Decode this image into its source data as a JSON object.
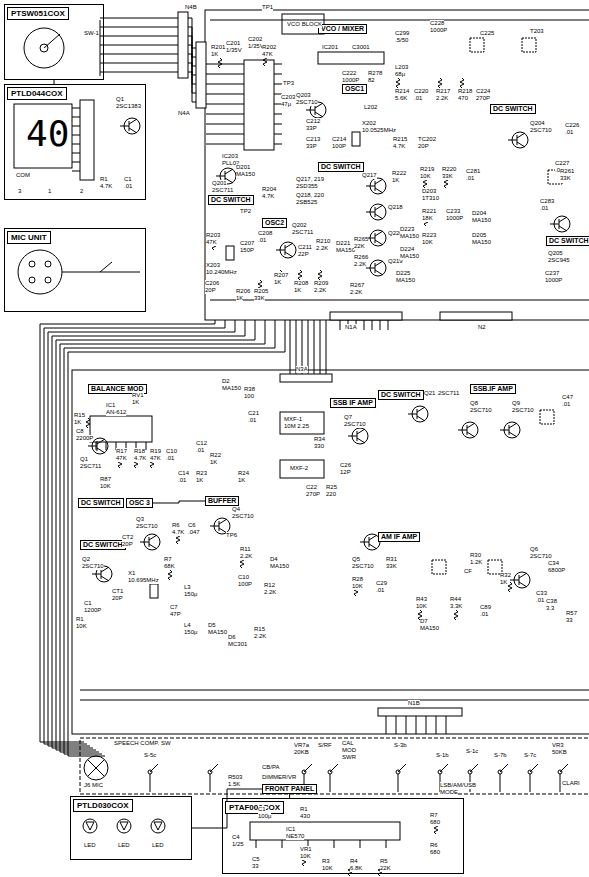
{
  "diagram": {
    "nodes": [
      {
        "text": [
          "PTSW051COX"
        ]
      },
      {
        "text": [
          "PTLD044COX"
        ]
      },
      {
        "text": [
          "MIC UNIT"
        ]
      },
      {
        "text": [
          "VCO / MIXER"
        ]
      },
      {
        "text": [
          "OSC1"
        ]
      },
      {
        "text": [
          "DC SWITCH"
        ]
      },
      {
        "text": [
          "DC SWITCH"
        ]
      },
      {
        "text": [
          "DC SWITCH"
        ]
      },
      {
        "text": [
          "OSC2"
        ]
      },
      {
        "text": [
          "DC SWITCH"
        ]
      },
      {
        "text": [
          "BALANCE MOD"
        ]
      },
      {
        "text": [
          "DC SWITCH"
        ]
      },
      {
        "text": [
          "SSB IF AMP"
        ]
      },
      {
        "text": [
          "SSB.IF AMP"
        ]
      },
      {
        "text": [
          "DC SWITCH"
        ]
      },
      {
        "text": [
          "OSC 3"
        ]
      },
      {
        "text": [
          "BUFFER"
        ]
      },
      {
        "text": [
          "DC SWITCH"
        ]
      },
      {
        "text": [
          "AM IF AMP"
        ]
      },
      {
        "text": [
          "FRONT PANEL"
        ]
      },
      {
        "text": [
          "PTLD030COX"
        ]
      },
      {
        "text": [
          "PTAF006COX"
        ]
      }
    ],
    "edges": [
      {
        "from": 0,
        "to": 1,
        "arrow": "none"
      },
      {
        "from": 15,
        "to": 16,
        "arrow": "none"
      },
      {
        "from": 19,
        "to": 20,
        "arrow": "none"
      },
      {
        "from": 19,
        "to": 21,
        "arrow": "none"
      }
    ],
    "labels": [
      "N4B",
      "N4A",
      "SW-1",
      "R201",
      "1K",
      "C201",
      "1/35V",
      "C202",
      "1/35V",
      "TP1",
      "R202",
      "47K",
      "VCO BLOCK",
      "IC203",
      "PLL02",
      "TP3",
      "C203",
      "47μ",
      "IC201",
      "C3001",
      "C299",
      ".5/50",
      "C228",
      "1000P",
      "C225",
      "T203",
      "L203",
      "68μ",
      "R278",
      "82",
      "C222",
      "1000P",
      "Q203",
      "2SC710",
      "R214",
      "5.6K",
      "C220",
      ".01",
      "R217",
      "2.2K",
      "R218",
      "470",
      "C224",
      "270P",
      "Q204",
      "2SC710",
      "C226",
      ".01",
      "L202",
      "X202",
      "10.0525MHz",
      "C212",
      "33P",
      "C213",
      "33P",
      "C214",
      "100P",
      "R215",
      "4.7K",
      "TC202",
      "20P",
      "C227",
      ".01",
      "Q201",
      "2SC711",
      "D201",
      "MA150",
      "R204",
      "4.7K",
      "Q217, 219",
      "2SD355",
      "Q218, 220",
      "2SB525",
      "Q217",
      "Q218",
      "Q220",
      "Q219",
      "R222",
      "1K",
      "R219",
      "10K",
      "R220",
      "33K",
      "C281",
      ".01",
      "D203",
      "1T310",
      "R221",
      "18K",
      "C233",
      "1000P",
      "D204",
      "MA150",
      "D205",
      "MA150",
      "R223",
      "10K",
      "Q205",
      "2SC945",
      "C237",
      "1000P",
      "R261",
      "33K",
      "C283",
      ".01",
      "TP2",
      "Q202",
      "2SC711",
      "R203",
      "47K",
      "X203",
      "10.240MHz",
      "C206",
      "20P",
      "C207",
      "150P",
      "C208",
      ".01",
      "R206",
      "1K",
      "R205",
      "33K",
      "R207",
      "1K",
      "R208",
      "1K",
      "R209",
      "2.2K",
      "R210",
      "2.2K",
      "C211",
      "22P",
      "D221",
      "MA150",
      "R265",
      "22K",
      "R266",
      "2.2K",
      "R267",
      "2.2K",
      "D223",
      "MA150",
      "D224",
      "MA150",
      "D225",
      "MA150",
      "N1A",
      "N2",
      "COM",
      "40",
      "Q1",
      "2SC1383",
      "R1",
      "4.7K",
      "C1",
      ".01",
      "3",
      "1",
      "2",
      "N3A",
      "IC1",
      "AN-612",
      "RV1",
      "1K",
      "R15",
      "1K",
      "C8",
      "2200P",
      "Q1",
      "2SC711",
      "R17",
      "47K",
      "R18",
      "4.7K",
      "R19",
      "47K",
      "C10",
      ".01",
      "R87",
      "10K",
      "D2",
      "MA150",
      "R38",
      "100",
      "C12",
      ".01",
      "R22",
      "1K",
      "C14",
      ".01",
      "R23",
      "1K",
      "MXF-1",
      "10M 2.25",
      "MXF-2",
      "R34",
      "330",
      "C21",
      ".01",
      "R24",
      "1K",
      "C22",
      "270P",
      "R25",
      "220",
      "C26",
      "12P",
      "Q7",
      "2SC710",
      "Q21",
      "2SC711",
      "Q8",
      "2SC710",
      "Q9",
      "2SC710",
      "C47",
      ".01",
      "Q3",
      "2SC710",
      "Q4",
      "2SC710",
      "Q2",
      "2SC710",
      "CT2",
      "20P",
      "X1",
      "10.695MHz",
      "CT1",
      "20P",
      "C1",
      "1200P",
      "R1",
      "10K",
      "R6",
      "4.7K",
      "C6",
      ".047",
      "R7",
      "68K",
      "L3",
      "150μ",
      "C7",
      "47P",
      "TP6",
      "R11",
      "2.2K",
      "C10",
      "100P",
      "D4",
      "MA150",
      "R12",
      "2.2K",
      "L4",
      "150μ",
      "D5",
      "MA150",
      "D6",
      "MC301",
      "R15",
      "2.2K",
      "Q5",
      "2SC710",
      "Q6",
      "2SC710",
      "CF",
      "R28",
      "10K",
      "C29",
      ".01",
      "R31",
      "33K",
      "R30",
      "1.2K",
      "R32",
      "1K",
      "C33",
      ".01",
      "R43",
      "10K",
      "R44",
      "3.3K",
      "D7",
      "MA150",
      "C89",
      ".01",
      "C34",
      "6800P",
      "C38",
      "3.3",
      "R57",
      "33",
      "N1B",
      "J6 MIC",
      "SPEECH COMP. SW",
      "S-5c",
      "R503",
      "1.5K",
      "CB/PA",
      "DIMMER/VR",
      "VR7a",
      "20KB",
      "S/RF",
      "CAL",
      "MOD",
      "SWR",
      "S-3b",
      "S-1b",
      "S-1c",
      "S-7b",
      "S-7c",
      "LSB/AM/USB",
      "MODE",
      "VR3",
      "50KB",
      "CLARI",
      "LED",
      "LED",
      "LED",
      "IC1",
      "NE570",
      "R1",
      "430",
      "C1",
      "100μ",
      "R7",
      "680",
      "R6",
      "680",
      "VR1",
      "10K",
      "R3",
      "10K",
      "C4",
      "1/25",
      "C5",
      "33",
      "R4",
      "6.8K",
      "R5",
      "22K"
    ]
  }
}
